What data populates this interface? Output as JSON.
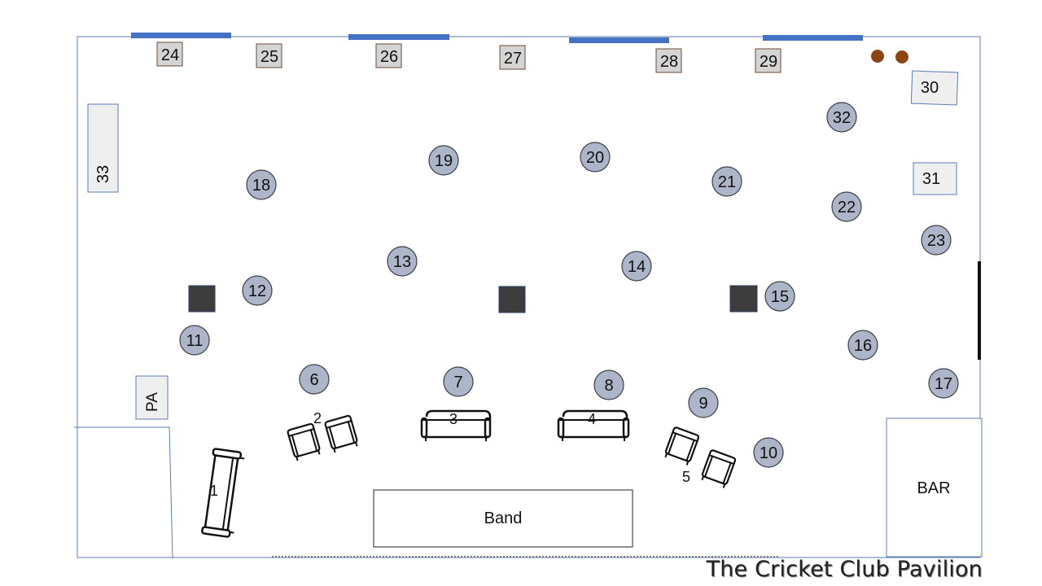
{
  "title": "The Cricket Club Pavilion",
  "colors": {
    "round_table_fill": "#adb5c9",
    "table_stroke": "#3a3f4a",
    "square_table_fill": "#d4d4d4",
    "side_table_fill": "#efefef",
    "window": "#4472c4",
    "pillar": "#3d3d3d",
    "wall": "#5b7bb4",
    "dot": "#8b4513"
  },
  "round_tables": [
    "6",
    "7",
    "8",
    "9",
    "10",
    "11",
    "12",
    "13",
    "14",
    "15",
    "16",
    "17",
    "18",
    "19",
    "20",
    "21",
    "22",
    "23",
    "32"
  ],
  "square_tables": [
    "24",
    "25",
    "26",
    "27",
    "28",
    "29"
  ],
  "side_tables": {
    "t30": "30",
    "t31": "31",
    "t33": "33"
  },
  "furniture": {
    "sofa1": "1",
    "armchairs2": "2",
    "sofa3": "3",
    "sofa4": "4",
    "armchairs5": "5"
  },
  "areas": {
    "band": "Band",
    "bar": "BAR",
    "pa": "PA"
  }
}
